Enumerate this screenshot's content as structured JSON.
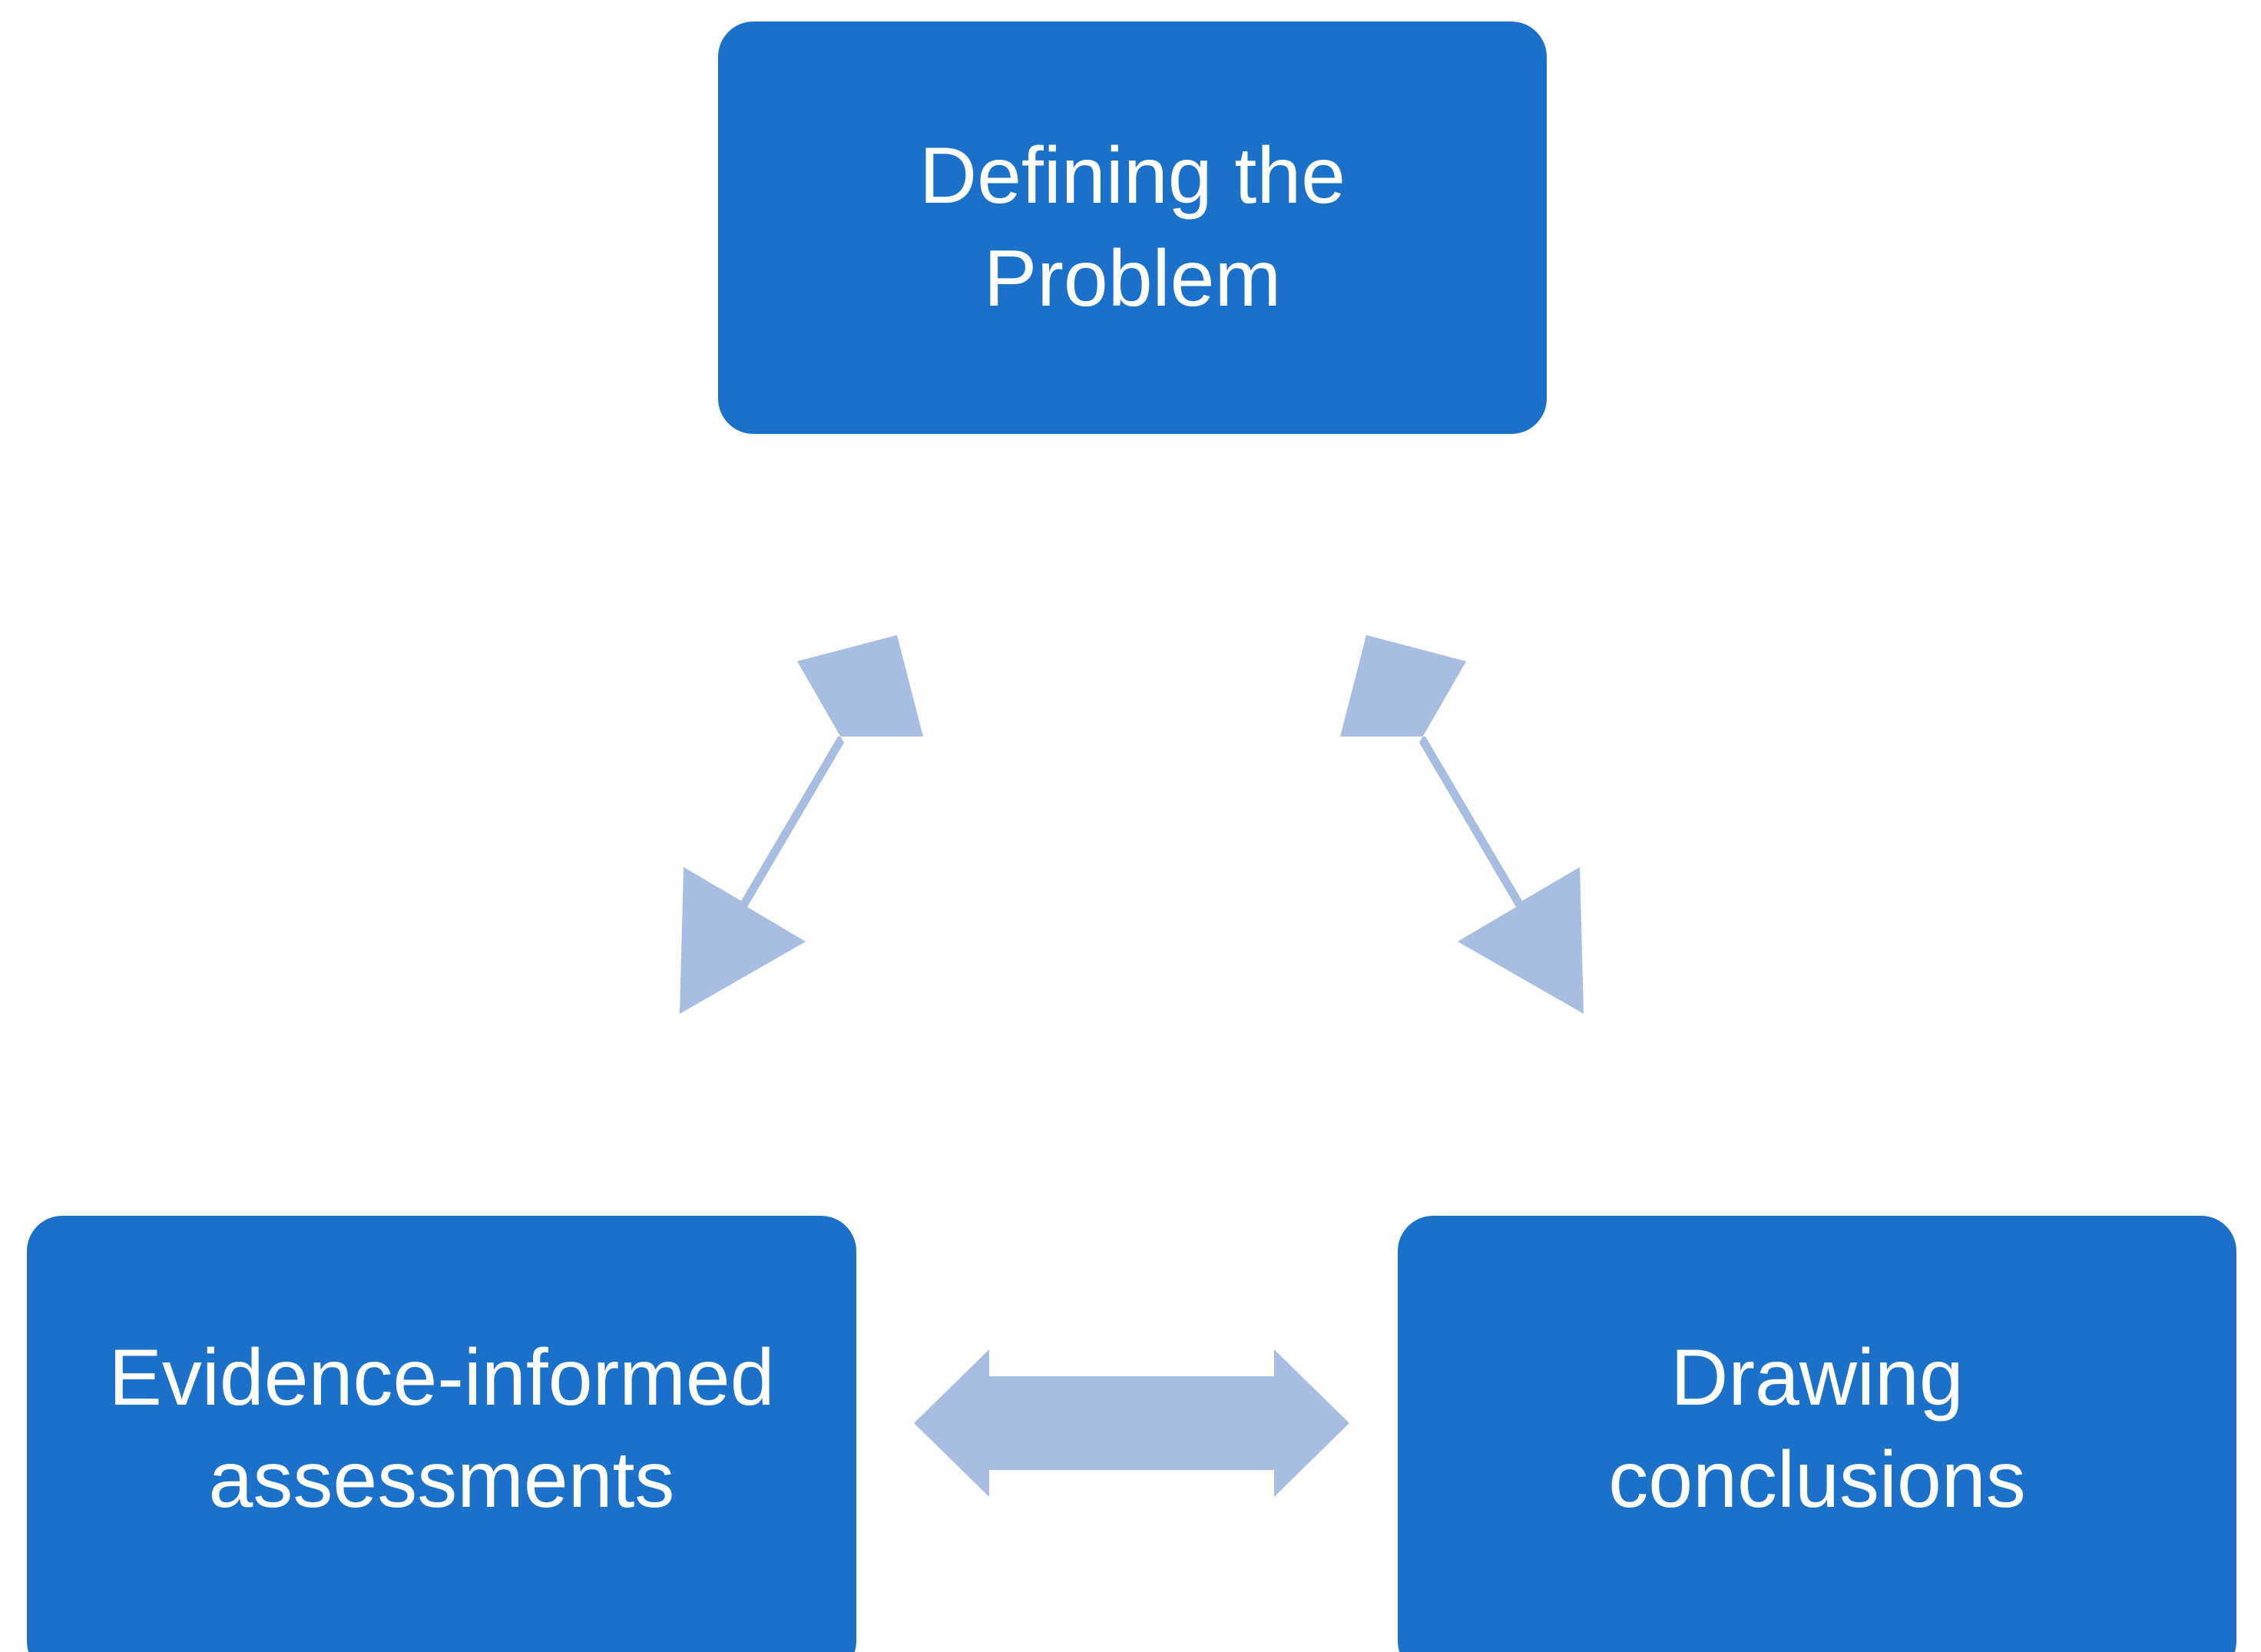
{
  "diagram": {
    "title": "Defining the Problem / Evidence-informed assessments / Drawing conclusions cycle",
    "type": "triangular-cycle",
    "background_color": "#ffffff",
    "node_fill_color": "#1b71c9",
    "node_text_color": "#ffffff",
    "arrow_color": "#a9bce1",
    "nodes": [
      {
        "id": "defining-problem",
        "label": "Defining the\nProblem",
        "position": "top-center"
      },
      {
        "id": "evidence-assessments",
        "label": "Evidence-informed\nassessments",
        "position": "bottom-left"
      },
      {
        "id": "drawing-conclusions",
        "label": "Drawing\nconclusions",
        "position": "bottom-right"
      }
    ],
    "connectors": [
      {
        "id": "left-diagonal",
        "from": "evidence-assessments",
        "to": "defining-problem",
        "style": "double-headed-arrow",
        "orientation": "diagonal-up-right"
      },
      {
        "id": "right-diagonal",
        "from": "defining-problem",
        "to": "drawing-conclusions",
        "style": "double-headed-arrow",
        "orientation": "diagonal-down-right"
      },
      {
        "id": "bottom-horizontal",
        "from": "evidence-assessments",
        "to": "drawing-conclusions",
        "style": "double-headed-arrow",
        "orientation": "horizontal"
      }
    ]
  }
}
